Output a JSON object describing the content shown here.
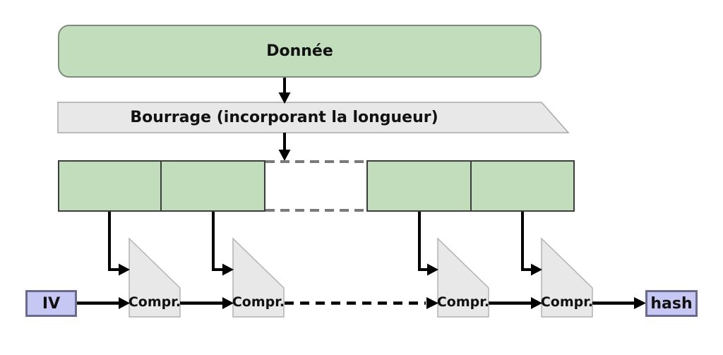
{
  "diagram": {
    "data_block": {
      "label": "Donnée"
    },
    "padding_banner": {
      "label": "Bourrage (incorporant la longueur)"
    },
    "iv_box": {
      "label": "IV"
    },
    "hash_box": {
      "label": "hash"
    },
    "compression_stages": [
      {
        "label": "Compr."
      },
      {
        "label": "Compr."
      },
      {
        "label": "Compr."
      },
      {
        "label": "Compr."
      }
    ]
  },
  "colors": {
    "background": "#ffffff",
    "block_green_fill": "#c2ddbb",
    "block_green_border": "#3c3c3c",
    "data_green_border": "#7f8c7f",
    "banner_gray_fill": "#e8e8e8",
    "banner_gray_border": "#a8a8a8",
    "compr_gray_fill": "#e8e8e8",
    "compr_gray_border": "#b3b3b3",
    "lavender_fill": "#c7c7f3",
    "lavender_border": "#6a6a8e",
    "line_black": "#000000",
    "dashed_gray": "#7a7a7a",
    "text_black": "#111111"
  }
}
